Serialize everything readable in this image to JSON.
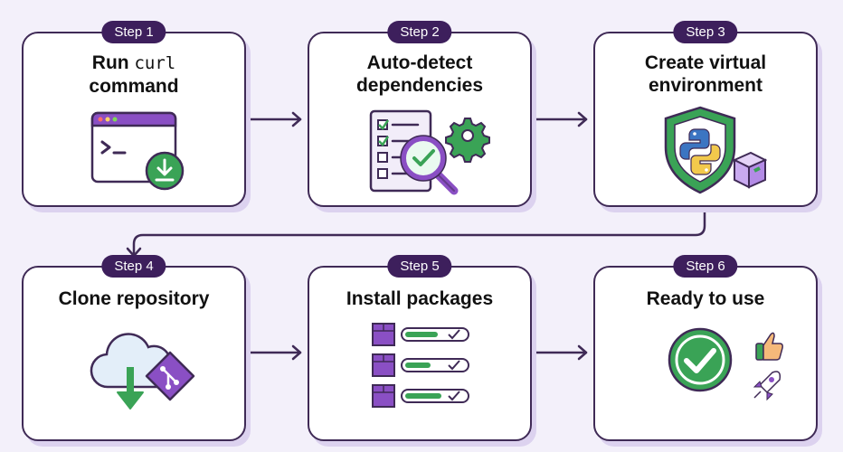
{
  "steps": [
    {
      "badge": "Step 1",
      "title_prefix": "Run",
      "title_code": "curl",
      "title_line2": "command",
      "icon": "terminal-download-icon"
    },
    {
      "badge": "Step 2",
      "title": "Auto-detect dependencies",
      "icon": "checklist-magnifier-icon"
    },
    {
      "badge": "Step 3",
      "title": "Create virtual environment",
      "icon": "python-shield-icon"
    },
    {
      "badge": "Step 4",
      "title": "Clone repository",
      "icon": "cloud-git-icon"
    },
    {
      "badge": "Step 5",
      "title": "Install packages",
      "icon": "package-progress-icon"
    },
    {
      "badge": "Step 6",
      "title": "Ready to use",
      "icon": "check-rocket-icon"
    }
  ],
  "colors": {
    "accent": "#3d1f5c",
    "purple": "#8a4fc4",
    "green": "#3aa356",
    "background": "#f3f0fa"
  }
}
